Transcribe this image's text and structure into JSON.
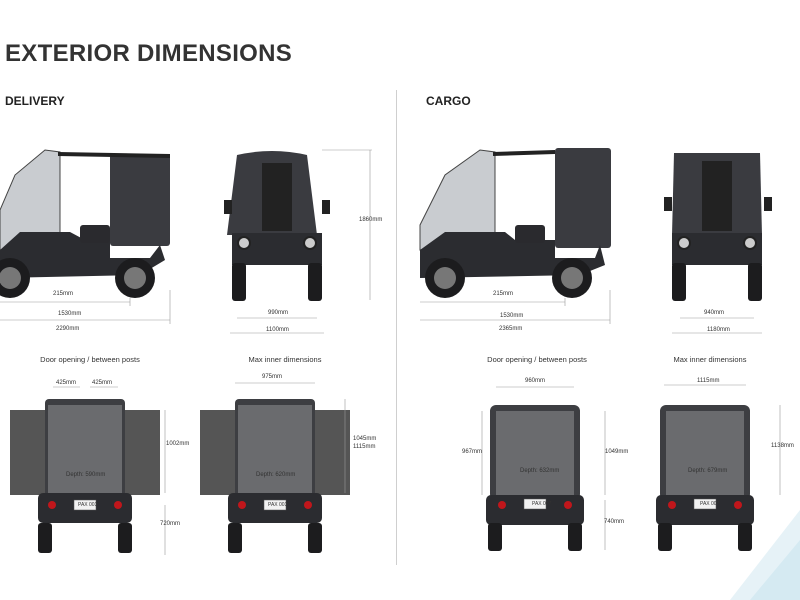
{
  "page": {
    "title": "EXTERIOR DIMENSIONS"
  },
  "delivery": {
    "label": "DELIVERY",
    "side_dims": {
      "wheel_gap": "215mm",
      "wheelbase": "1530mm",
      "length": "2290mm"
    },
    "front_dims": {
      "height": "1860mm",
      "track": "990mm",
      "width": "1100mm"
    },
    "door_caption": "Door opening / between posts",
    "door_dims": {
      "left": "425mm",
      "right": "425mm",
      "height": "1002mm",
      "floor": "720mm",
      "depth": "Depth: 590mm"
    },
    "inner_caption": "Max inner dimensions",
    "inner_dims": {
      "width": "975mm",
      "height_a": "1045mm",
      "height_b": "1115mm",
      "depth": "Depth: 620mm"
    },
    "plate": "PAX 003"
  },
  "cargo": {
    "label": "CARGO",
    "side_dims": {
      "wheel_gap": "215mm",
      "wheelbase": "1530mm",
      "length": "2365mm"
    },
    "front_dims": {
      "track": "940mm",
      "width": "1180mm"
    },
    "door_caption": "Door opening / between posts",
    "door_dims": {
      "width": "960mm",
      "left": "967mm",
      "height": "1049mm",
      "floor": "740mm",
      "depth": "Depth: 632mm"
    },
    "inner_caption": "Max inner dimensions",
    "inner_dims": {
      "width": "1115mm",
      "height": "1138mm",
      "depth": "Depth: 679mm"
    },
    "plate": "PAX 007"
  },
  "colors": {
    "vehicle_dark": "#2a2b2f",
    "glass": "#c9ccd0",
    "accent_line": "#9a9a9a",
    "tail_light": "#c0161b"
  }
}
